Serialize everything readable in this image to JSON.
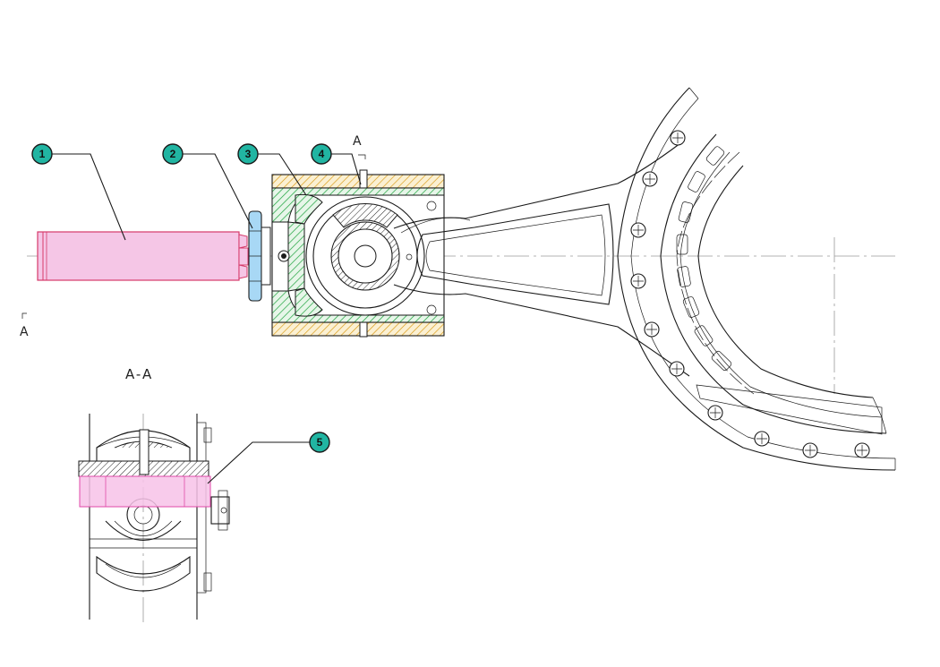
{
  "colors": {
    "callout_fill": "#21b5a2",
    "pink_part": "#f5c6e6",
    "pink_outline": "#d63a6a",
    "green_part": "#1aa23a",
    "yellow_part": "#e0a020",
    "blue_part": "#a8d8f5",
    "magenta_band": "#f7c2e8"
  },
  "callouts": [
    {
      "label": "1"
    },
    {
      "label": "2"
    },
    {
      "label": "3"
    },
    {
      "label": "4"
    },
    {
      "label": "5"
    }
  ],
  "section": {
    "marker_top": "A",
    "marker_left": "A",
    "title": "A-A"
  }
}
